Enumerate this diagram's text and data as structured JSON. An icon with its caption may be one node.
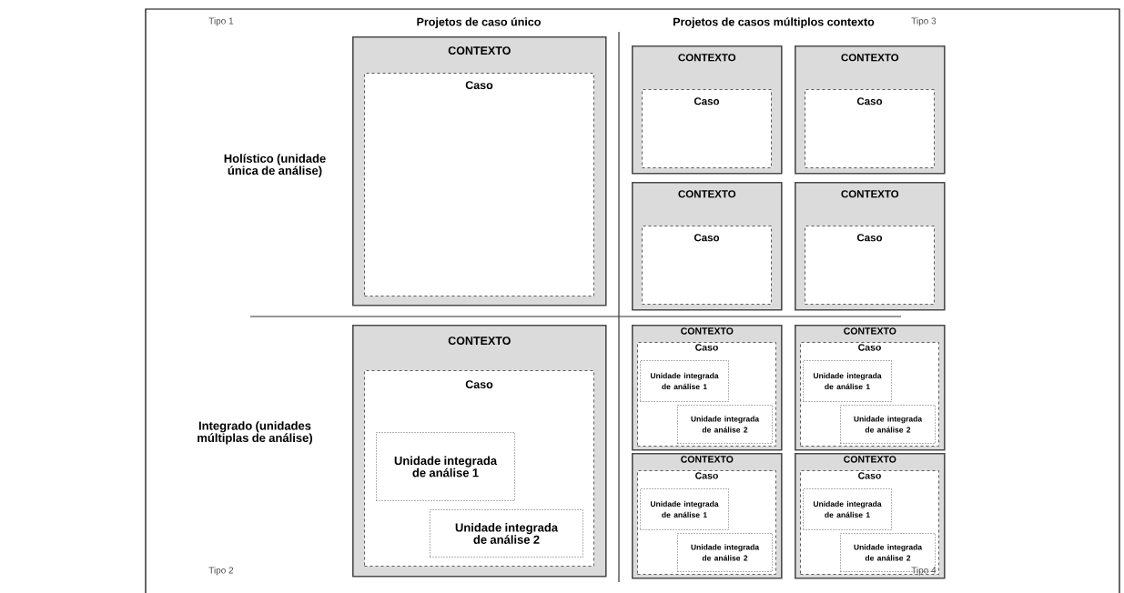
{
  "diagram": {
    "nodes": [
      {
        "text": [
          "CONTEXTO"
        ]
      },
      {
        "text": [
          "Caso"
        ],
        "in": 0
      },
      {
        "text": [
          "CONTEXTO"
        ]
      },
      {
        "text": [
          "Caso"
        ],
        "in": 2
      },
      {
        "text": [
          "CONTEXTO"
        ]
      },
      {
        "text": [
          "Caso"
        ],
        "in": 4
      },
      {
        "text": [
          "CONTEXTO"
        ]
      },
      {
        "text": [
          "Caso"
        ],
        "in": 6
      },
      {
        "text": [
          "CONTEXTO"
        ]
      },
      {
        "text": [
          "Caso"
        ],
        "in": 8
      },
      {
        "text": [
          "CONTEXTO"
        ]
      },
      {
        "text": [
          "Caso"
        ],
        "in": 10
      },
      {
        "text": [
          "Unidade integrada de análise 1"
        ],
        "in": 11
      },
      {
        "text": [
          "Unidade integrada de análise 2"
        ],
        "in": 11
      },
      {
        "text": [
          "CONTEXTO"
        ]
      },
      {
        "text": [
          "Caso"
        ],
        "in": 14
      },
      {
        "text": [
          "Unidade integrada de análise 1"
        ],
        "in": 15
      },
      {
        "text": [
          "Unidade integrada de análise 2"
        ],
        "in": 15
      },
      {
        "text": [
          "CONTEXTO"
        ]
      },
      {
        "text": [
          "Caso"
        ],
        "in": 18
      },
      {
        "text": [
          "Unidade integrada de análise 1"
        ],
        "in": 19
      },
      {
        "text": [
          "Unidade integrada de análise 2"
        ],
        "in": 19
      },
      {
        "text": [
          "CONTEXTO"
        ]
      },
      {
        "text": [
          "Caso"
        ],
        "in": 22
      },
      {
        "text": [
          "Unidade integrada de análise 1"
        ],
        "in": 23
      },
      {
        "text": [
          "Unidade integrada de análise 2"
        ],
        "in": 23
      },
      {
        "text": [
          "CONTEXTO"
        ]
      },
      {
        "text": [
          "Caso"
        ],
        "in": 26
      },
      {
        "text": [
          "Unidade integrada de análise 1"
        ],
        "in": 27
      },
      {
        "text": [
          "Unidade integrada de análise 2"
        ],
        "in": 27
      }
    ],
    "labels": [
      "Tipo 1",
      "Projetos de caso único",
      "Projetos de casos múltiplos contexto",
      "Tipo 3",
      "Holístico (unidade única de análise)",
      "Integrado (unidades múltiplas de análise)",
      "Tipo 2",
      "Tipo 4"
    ]
  }
}
